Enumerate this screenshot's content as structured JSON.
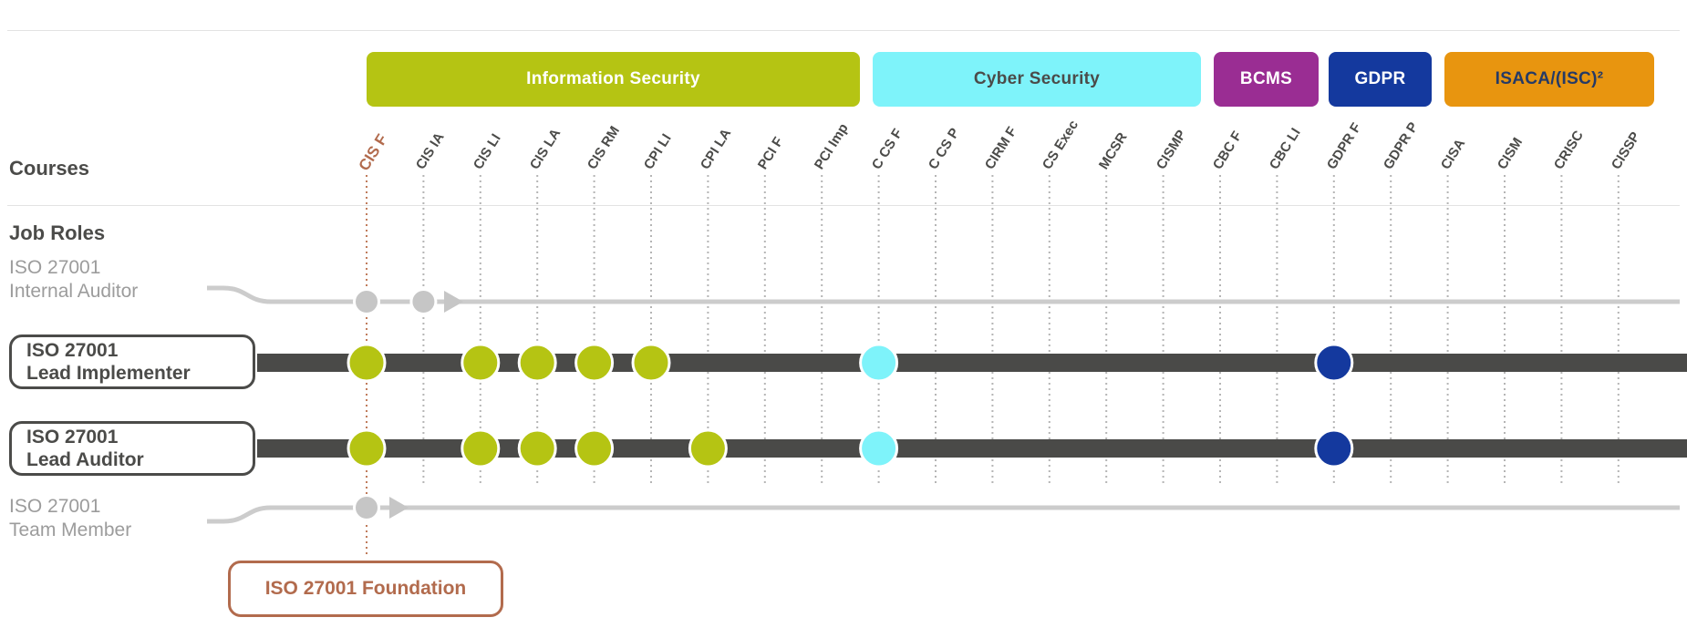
{
  "axis": {
    "courses_label": "Courses",
    "job_roles_label": "Job Roles"
  },
  "header": {
    "bands": [
      {
        "label": "Information Security",
        "bg": "#b5c413",
        "fg": "#ffffff"
      },
      {
        "label": "Cyber Security",
        "bg": "#7ef3fa",
        "fg": "#4b4b49"
      },
      {
        "label": "BCMS",
        "bg": "#9a2d93",
        "fg": "#ffffff"
      },
      {
        "label": "GDPR",
        "bg": "#14399e",
        "fg": "#ffffff"
      },
      {
        "label": "ISACA/(ISC)²",
        "bg": "#e8950f",
        "fg": "#253a66"
      }
    ]
  },
  "columns": [
    {
      "label": "CIS F",
      "highlight": true
    },
    {
      "label": "CIS IA"
    },
    {
      "label": "CIS LI"
    },
    {
      "label": "CIS LA"
    },
    {
      "label": "CIS RM"
    },
    {
      "label": "CPI LI"
    },
    {
      "label": "CPI LA"
    },
    {
      "label": "PCI F"
    },
    {
      "label": "PCI Imp"
    },
    {
      "label": "C CS F"
    },
    {
      "label": "C CS P"
    },
    {
      "label": "CIRM F"
    },
    {
      "label": "CS Exec"
    },
    {
      "label": "MCSR"
    },
    {
      "label": "CISMP"
    },
    {
      "label": "CBC F"
    },
    {
      "label": "CBC LI"
    },
    {
      "label": "GDPR F"
    },
    {
      "label": "GDPR P"
    },
    {
      "label": "CISA"
    },
    {
      "label": "CISM"
    },
    {
      "label": "CRISC"
    },
    {
      "label": "CISSP"
    }
  ],
  "roles": [
    {
      "name": "ISO 27001 Internal Auditor",
      "lines": [
        "ISO 27001",
        "Internal Auditor"
      ],
      "style": "pathway",
      "courses": [
        "CIS F",
        "CIS IA"
      ]
    },
    {
      "name": "ISO 27001 Lead Implementer",
      "lines": [
        "ISO 27001",
        "Lead Implementer"
      ],
      "style": "track",
      "courses": [
        "CIS F",
        "CIS LI",
        "CIS LA",
        "CIS RM",
        "CPI LI",
        "C CS F",
        "GDPR F"
      ]
    },
    {
      "name": "ISO 27001 Lead Auditor",
      "lines": [
        "ISO 27001",
        "Lead Auditor"
      ],
      "style": "track",
      "courses": [
        "CIS F",
        "CIS LI",
        "CIS LA",
        "CIS RM",
        "CPI LA",
        "C CS F",
        "GDPR F"
      ]
    },
    {
      "name": "ISO 27001 Team Member",
      "lines": [
        "ISO 27001",
        "Team Member"
      ],
      "style": "pathway",
      "courses": [
        "CIS F"
      ]
    }
  ],
  "callout": {
    "label": "ISO 27001 Foundation",
    "anchor_course": "CIS F"
  },
  "colors": {
    "info_sec": "#b5c413",
    "cyber_sec": "#7ef3fa",
    "bcms": "#9a2d93",
    "gdpr": "#14399e",
    "isaca": "#e8950f",
    "track_line": "#4a4a48",
    "pathway_line": "#cccccc",
    "pathway_dot": "#c6c6c6",
    "highlight_brown": "#b26b4d",
    "gridline_gray": "#b5b5b5",
    "gridline_brown": "#c07c5c",
    "text_dark": "#4b4b49",
    "text_gray": "#9c9c9c",
    "divider": "#e3e3e3"
  }
}
